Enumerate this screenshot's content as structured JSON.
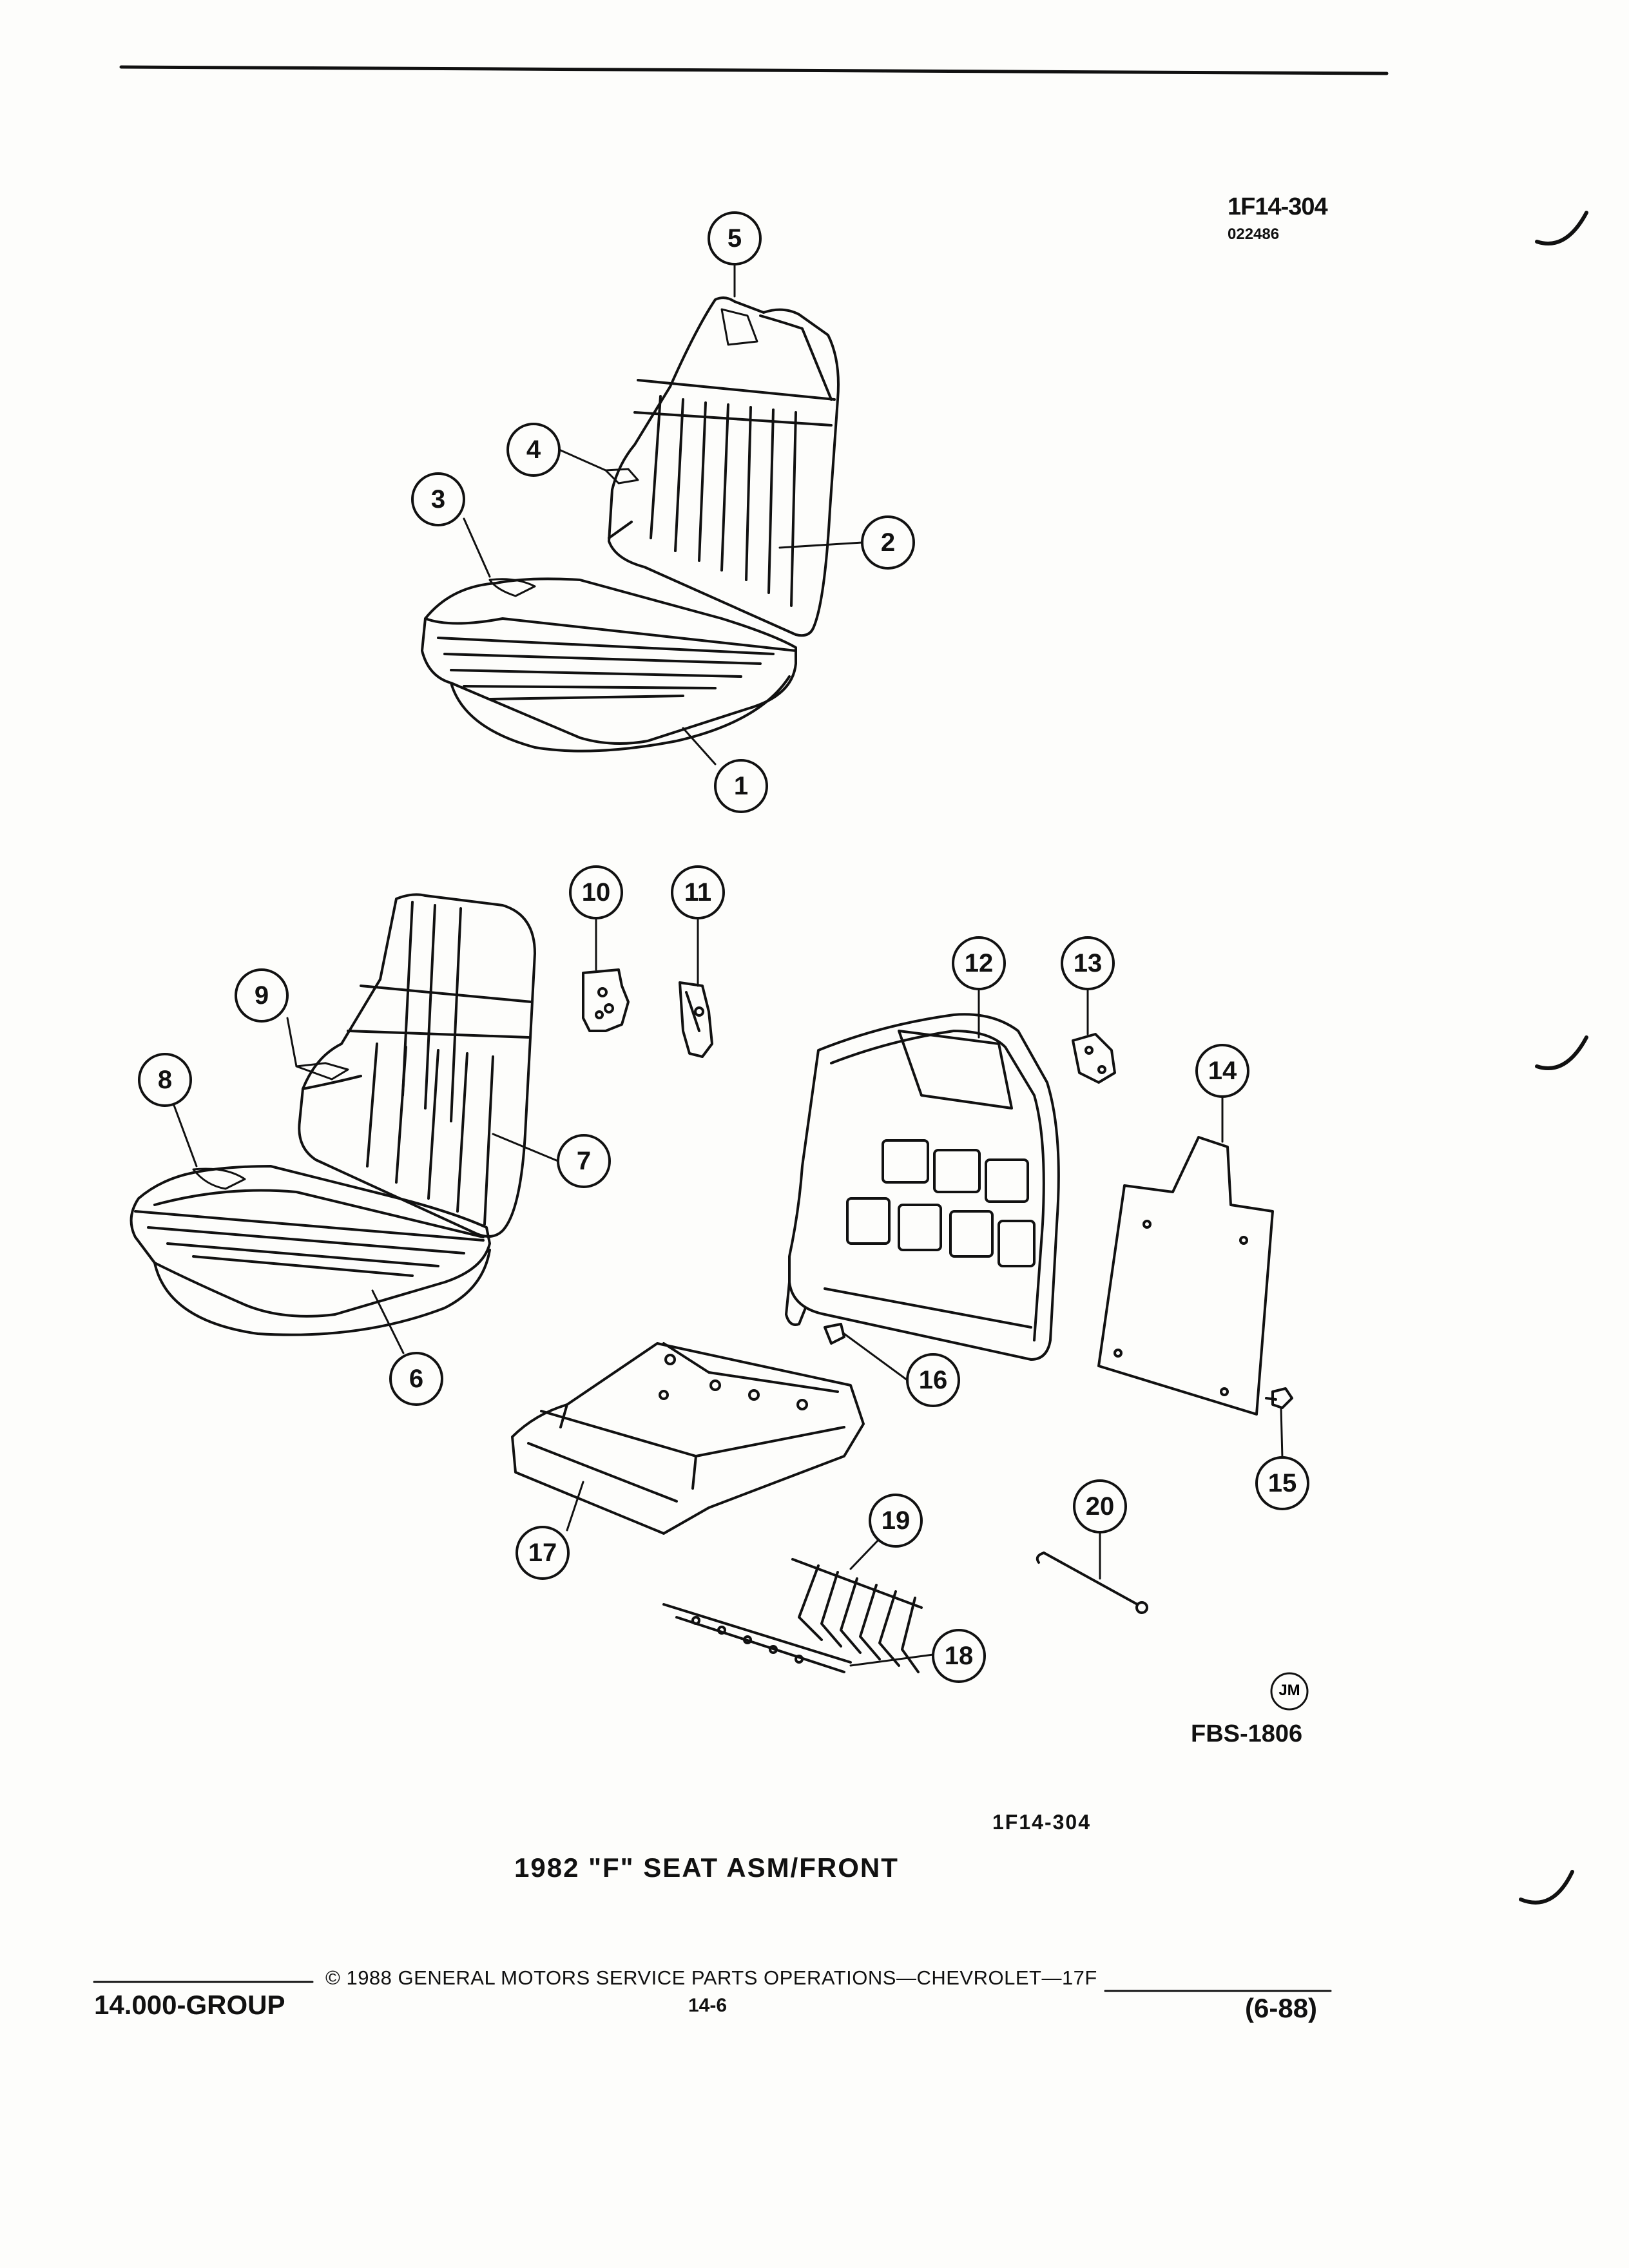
{
  "header": {
    "figure_code": "1F14-304",
    "figure_date": "022486"
  },
  "callouts": [
    "1",
    "2",
    "3",
    "4",
    "5",
    "6",
    "7",
    "8",
    "9",
    "10",
    "11",
    "12",
    "13",
    "14",
    "15",
    "16",
    "17",
    "18",
    "19",
    "20"
  ],
  "stamp": {
    "jm": "JM",
    "fbs": "FBS-1806"
  },
  "caption": {
    "figure_ref": "1F14-304",
    "title": "1982 \"F\" SEAT ASM/FRONT"
  },
  "footer": {
    "group": "14.000-GROUP",
    "copyright": "© 1988 GENERAL MOTORS SERVICE PARTS OPERATIONS—CHEVROLET—17F",
    "page": "14-6",
    "revision": "(6-88)"
  }
}
